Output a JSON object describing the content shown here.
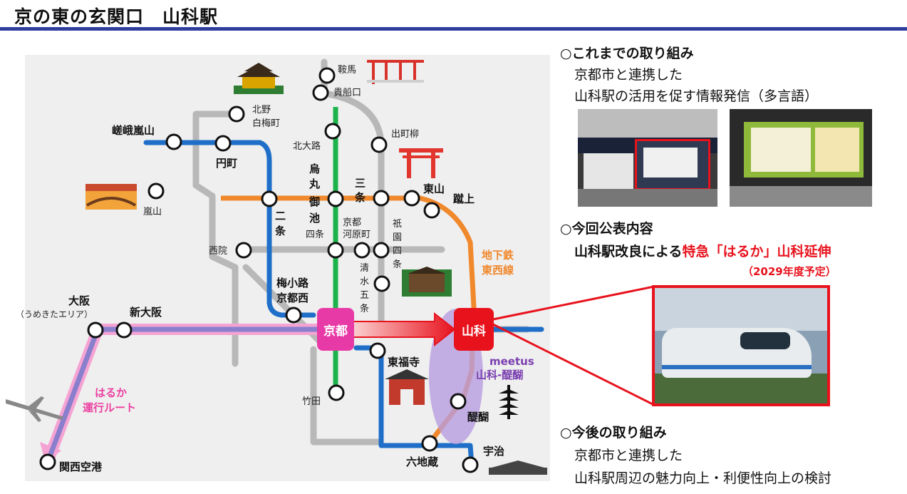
{
  "title": "京の東の玄関口　山科駅",
  "map": {
    "stations": {
      "kurama": "鞍馬",
      "kibuneguchi": "貴船口",
      "kitano_shiraumemachi": [
        "北野",
        "白梅町"
      ],
      "saga_arashiyama": "嵯峨嵐山",
      "emmachi": "円町",
      "kitaoji": "北大路",
      "demachiyanagi": "出町柳",
      "arashiyama": "嵐山",
      "karasuma_oike": [
        "烏",
        "丸",
        "御",
        "池"
      ],
      "sanjo": [
        "三",
        "条"
      ],
      "higashiyama": "東山",
      "keage": "蹴上",
      "nijo": [
        "二",
        "条"
      ],
      "shijo": "四条",
      "kyoto_kawaramachi": [
        "京都",
        "河原町"
      ],
      "gion_shijo": [
        "祇",
        "園",
        "四",
        "条"
      ],
      "saiin": "西院",
      "kiyomizu_gojo": [
        "清",
        "水",
        "五",
        "条"
      ],
      "umekoji_kyotonishi": [
        "梅小路",
        "京都西"
      ],
      "osaka": "大阪",
      "umekita": "（うめきたエリア）",
      "shin_osaka": "新大阪",
      "kyoto": "京都",
      "yamashina": "山科",
      "tofukuji": "東福寺",
      "takeda": "竹田",
      "daigo": "醍醐",
      "rokujizo": "六地蔵",
      "uji": "宇治",
      "kansai_airport": "関西空港"
    },
    "labels": {
      "subway_tozai": [
        "地下鉄",
        "東西線"
      ],
      "meetus": [
        "meetus",
        "山科-醍醐"
      ],
      "haruka": [
        "はるか",
        "運行ルート"
      ]
    },
    "colors": {
      "jr_line": "#b8b8b8",
      "blue_line": "#1f6fc9",
      "green_line": "#1bb34a",
      "tozai_line": "#f0882c",
      "haruka_pink": "#f5a3d3",
      "haruka_purple": "#8a7fcc",
      "kyoto_box": "#e83aa6",
      "yamashina_box": "#e8121d",
      "meetus_purple": "#7a3fb0"
    }
  },
  "right": {
    "past": {
      "heading": "○これまでの取り組み",
      "lines": [
        "京都市と連携した",
        "山科駅の活用を促す情報発信（多言語）"
      ]
    },
    "current": {
      "heading": "○今回公表内容",
      "line_prefix": "山科駅改良による",
      "line_highlight": "特急「はるか」山科延伸",
      "schedule": "（2029年度予定）"
    },
    "future": {
      "heading": "○今後の取り組み",
      "lines": [
        "京都市と連携した",
        "山科駅周辺の魅力向上・利便性向上の検討"
      ]
    }
  }
}
